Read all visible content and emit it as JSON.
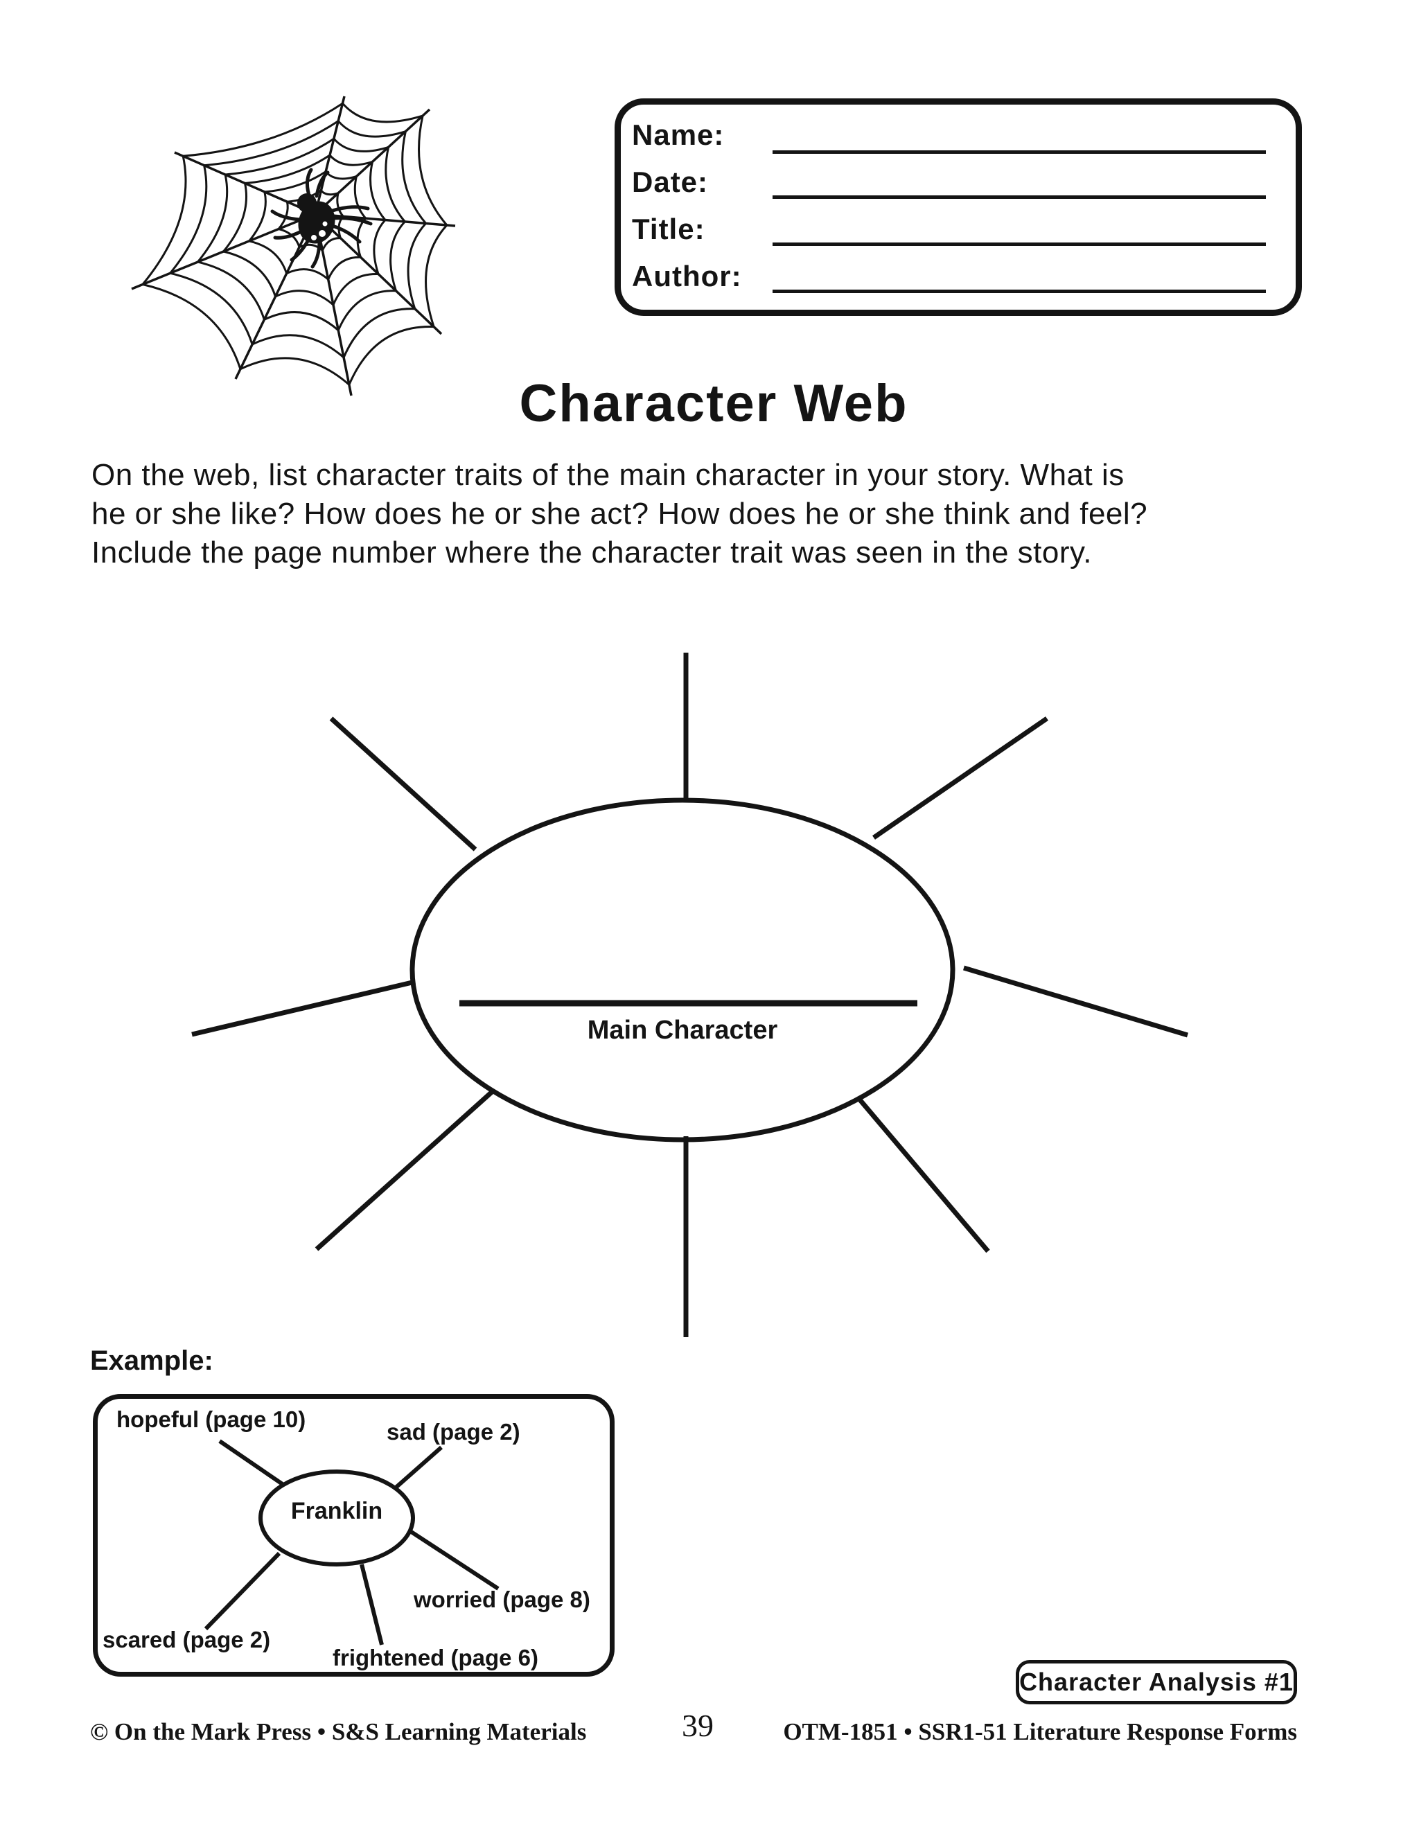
{
  "page": {
    "title": "Character Web",
    "ink_color": "#141414"
  },
  "header_box": {
    "fields": [
      {
        "label": "Name:"
      },
      {
        "label": "Date:"
      },
      {
        "label": "Title:"
      },
      {
        "label": "Author:"
      }
    ]
  },
  "instructions": {
    "lines": [
      "On the web, list character traits of the main character in your story.  What is",
      "he or she like?  How does he or she act?  How does he or she think and feel?",
      "Include the page number where the character trait was seen in the story."
    ]
  },
  "main_web": {
    "center_label": "Main Character"
  },
  "example": {
    "heading": "Example:",
    "center_label": "Franklin",
    "traits": [
      {
        "label": "hopeful (page 10)"
      },
      {
        "label": "sad (page 2)"
      },
      {
        "label": "worried (page 8)"
      },
      {
        "label": "frightened (page 6)"
      },
      {
        "label": "scared (page 2)"
      }
    ]
  },
  "badge": {
    "label": "Character Analysis #1"
  },
  "footer": {
    "left": "© On the Mark Press • S&S Learning Materials",
    "page_number": "39",
    "right": "OTM-1851 • SSR1-51 Literature Response Forms"
  }
}
